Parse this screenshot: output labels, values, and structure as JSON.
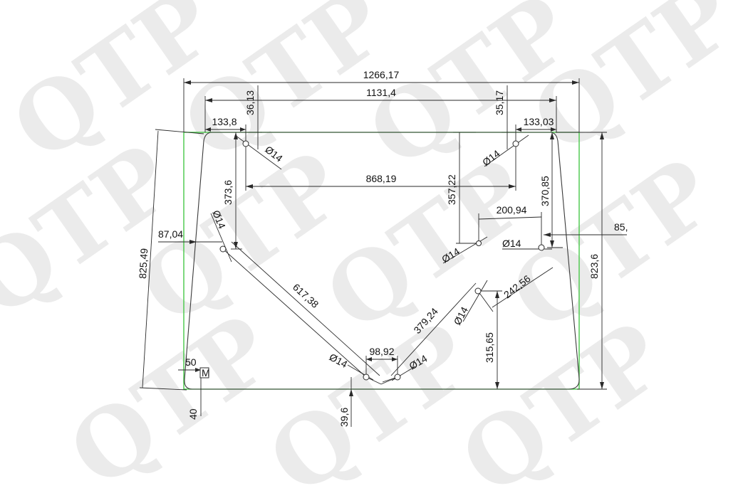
{
  "watermark": {
    "text": "QTP"
  },
  "dimensions": {
    "overall_width": "1266,17",
    "inner_width": "1131,4",
    "left_offset_36": "36,13",
    "right_offset_35": "35,17",
    "left_133": "133,8",
    "right_133": "133,03",
    "hole_spacing_868": "868,19",
    "left_373": "373,6",
    "right_357": "357,22",
    "right_370": "370,85",
    "width_200": "200,94",
    "right_85": "85,",
    "left_87": "87,04",
    "left_height": "825,49",
    "right_height": "823,6",
    "diag_617": "617,38",
    "diag_379": "379,24",
    "diag_242": "242,56",
    "height_315": "315,65",
    "bottom_98": "98,92",
    "bottom_39": "39,6",
    "corner_50": "50",
    "corner_40": "40"
  },
  "hole_label": "Ø14",
  "corner_mark": "M"
}
